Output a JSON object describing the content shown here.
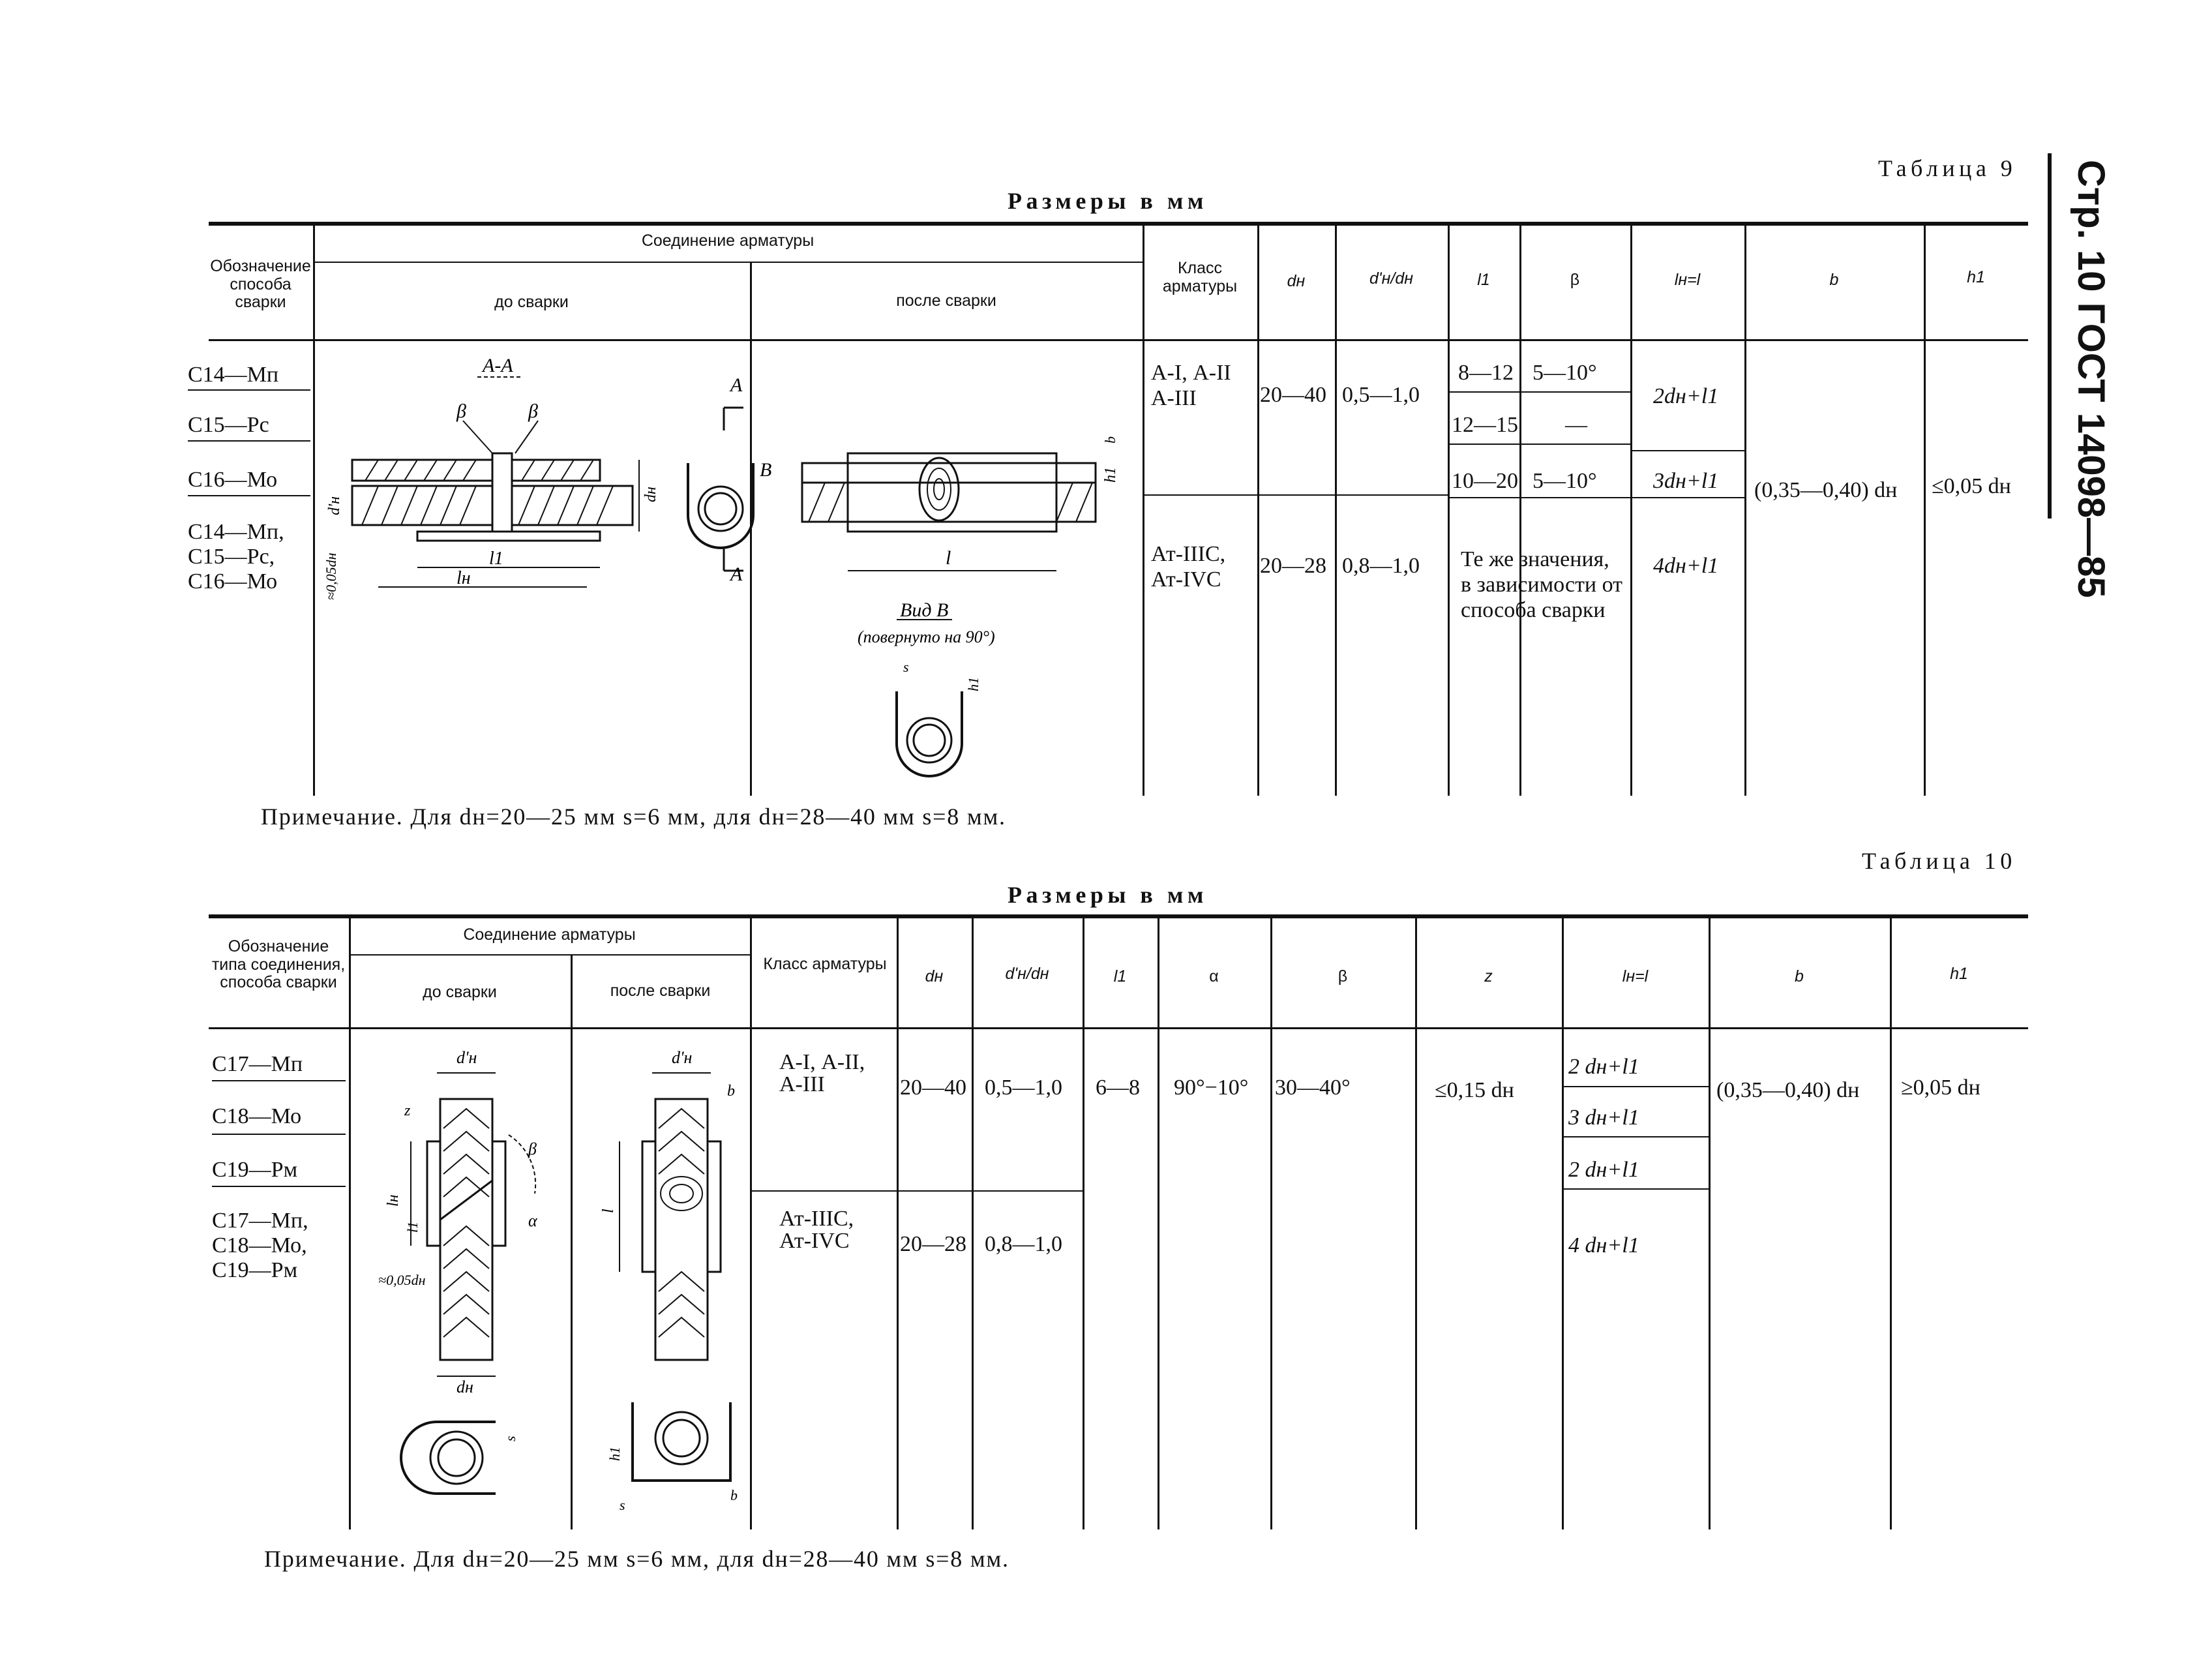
{
  "page_header": "Стр. 10 ГОСТ 14098—85",
  "table9": {
    "label": "Таблица 9",
    "units": "Размеры в мм",
    "headers": {
      "designation": "Обозначение способа сварки",
      "connection": "Соединение арматуры",
      "before": "до сварки",
      "after": "после сварки",
      "class": "Класс арматуры",
      "dn": "dн",
      "ratio": "d'н/dн",
      "l1": "l1",
      "beta": "β",
      "ln": "lн=l",
      "b": "b",
      "h1": "h1"
    },
    "designations": [
      "С14—Мп",
      "С15—Рс",
      "С16—Мо",
      "С14—Мп,",
      "С15—Рс,",
      "С16—Мо"
    ],
    "rows": [
      {
        "class": "А-I, А-II А-III",
        "dn": "20—40",
        "ratio": "0,5—1,0"
      },
      {
        "class": "Ат-IIIС, Ат-IVС",
        "dn": "20—28",
        "ratio": "0,8—1,0"
      }
    ],
    "l1_values": [
      "8—12",
      "12—15",
      "10—20"
    ],
    "beta_values": [
      "5—10°",
      "—",
      "5—10°"
    ],
    "ln_values": [
      "2dн+l1",
      "3dн+l1",
      "4dн+l1"
    ],
    "same_values_note": "Те же значения, в зависимости от способа сварки",
    "b_value": "(0,35—0,40) dн",
    "h1_value": "≤0,05 dн",
    "drawing_labels": {
      "section": "А-А",
      "view": "Вид В",
      "view_note": "(повернуто на 90°)"
    },
    "note": "Примечание. Для dн=20—25 мм s=6 мм, для dн=28—40 мм s=8 мм."
  },
  "table10": {
    "label": "Таблица 10",
    "units": "Размеры в мм",
    "headers": {
      "designation": "Обозначение типа соединения, способа сварки",
      "connection": "Соединение арматуры",
      "before": "до сварки",
      "after": "после сварки",
      "class": "Класс арматуры",
      "dn": "dн",
      "ratio": "d'н/dн",
      "l1": "l1",
      "alpha": "α",
      "beta": "β",
      "z": "z",
      "ln": "lн=l",
      "b": "b",
      "h1": "h1"
    },
    "designations": [
      "С17—Мп",
      "С18—Мо",
      "С19—Рм",
      "С17—Мп,",
      "С18—Мо,",
      "С19—Рм"
    ],
    "rows": [
      {
        "class": "А-I, А-II, А-III",
        "dn": "20—40",
        "ratio": "0,5—1,0"
      },
      {
        "class": "Ат-IIIС, Ат-IVС",
        "dn": "20—28",
        "ratio": "0,8—1,0"
      }
    ],
    "l1_value": "6—8",
    "alpha_value": "90°−10°",
    "beta_value": "30—40°",
    "z_value": "≤0,15 dн",
    "ln_values": [
      "2 dн+l1",
      "3 dн+l1",
      "2 dн+l1",
      "4 dн+l1"
    ],
    "b_value": "(0,35—0,40) dн",
    "h1_value": "≥0,05 dн",
    "note": "Примечание. Для dн=20—25 мм s=6 мм, для dн=28—40 мм s=8 мм."
  }
}
